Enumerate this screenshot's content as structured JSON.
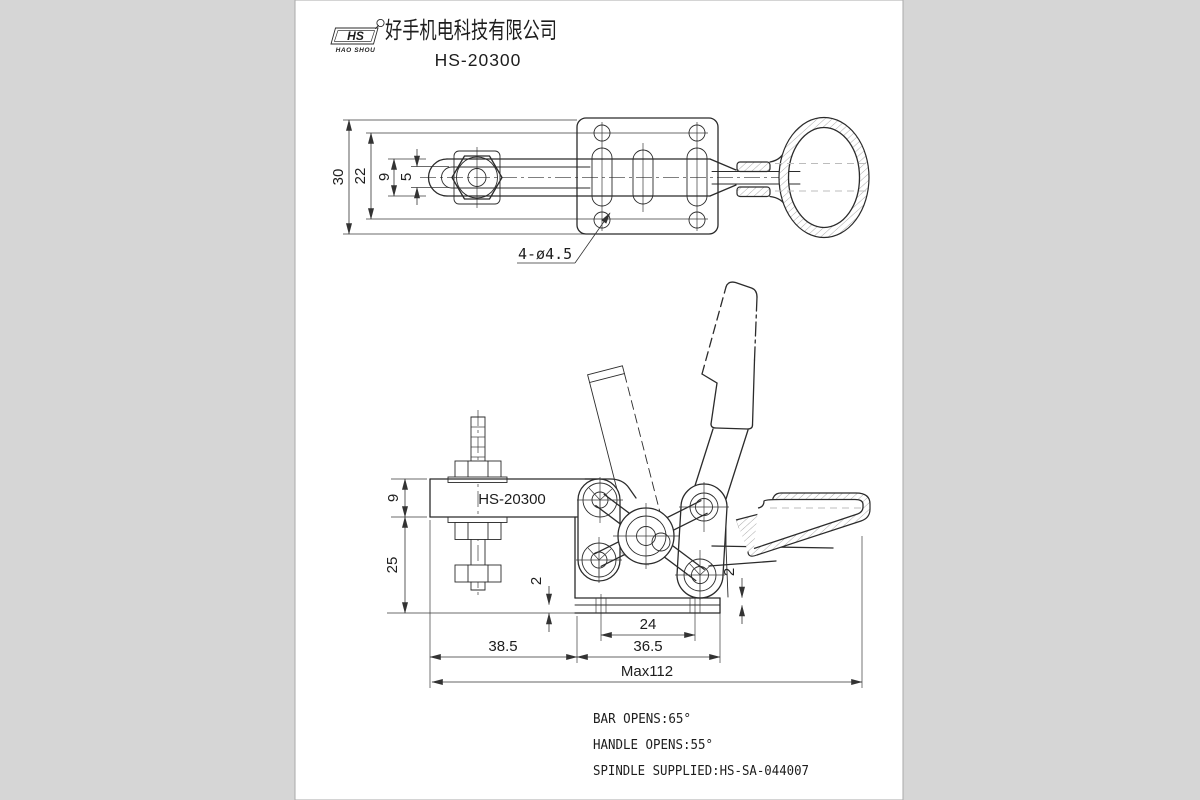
{
  "header": {
    "logo_main": "HS",
    "logo_sub": "HAO SHOU",
    "company_name": "好手机电科技有限公司",
    "model_number": "HS-20300"
  },
  "top_view": {
    "dim_overall_width": "30",
    "dim_inner_width": "22",
    "dim_bar_width": "9",
    "dim_slot_width": "5",
    "dim_holes": "4-ø4.5"
  },
  "side_view": {
    "part_label": "HS-20300",
    "dim_bar_height": "9",
    "dim_base_height": "25",
    "dim_lip_left": "2",
    "dim_lip_right": "2",
    "dim_slot_spacing": "24",
    "dim_base_right": "36.5",
    "dim_base_left": "38.5",
    "dim_overall_length": "Max112"
  },
  "specs": {
    "bar_opens": "BAR OPENS:65°",
    "handle_opens": "HANDLE OPENS:55°",
    "spindle_supplied": "SPINDLE SUPPLIED:HS-SA-044007"
  },
  "colors": {
    "line": "#2b2b2b",
    "aux_gray": "#b4b4b4",
    "background": "#d6d6d6",
    "paper": "#ffffff"
  }
}
